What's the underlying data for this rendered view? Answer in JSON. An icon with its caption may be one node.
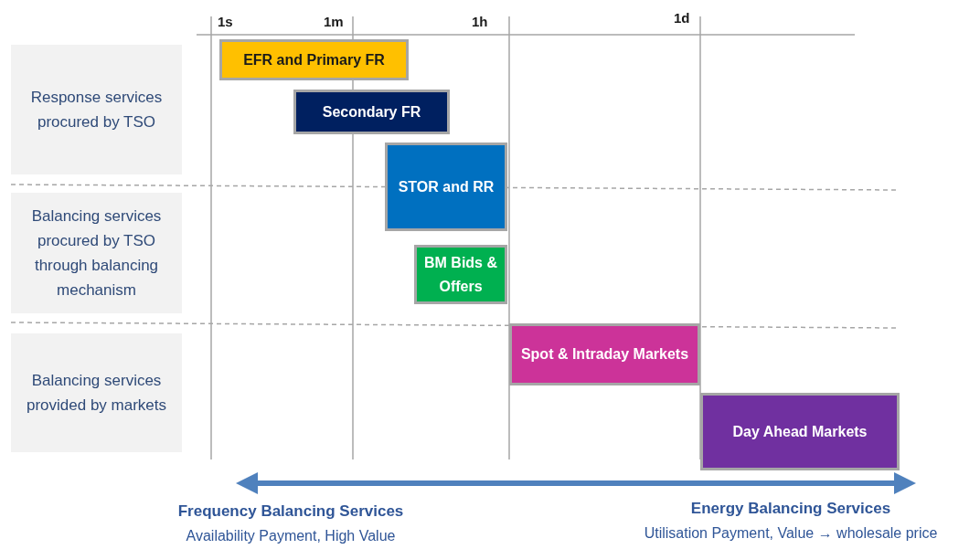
{
  "diagram": {
    "nodes": [
      {
        "text": [
          "Response services procured by TSO"
        ]
      },
      {
        "text": [
          "Balancing services procured by TSO through balancing mechanism"
        ]
      },
      {
        "text": [
          "Balancing services provided by markets"
        ]
      },
      {
        "text": [
          "EFR and Primary FR"
        ]
      },
      {
        "text": [
          "Secondary FR"
        ]
      },
      {
        "text": [
          "STOR and RR"
        ]
      },
      {
        "text": [
          "BM Bids & Offers"
        ]
      },
      {
        "text": [
          "Spot & Intraday Markets"
        ]
      },
      {
        "text": [
          "Day Ahead Markets"
        ]
      }
    ],
    "edges": [],
    "labels": [
      "1s",
      "1m",
      "1h",
      "1d",
      "Frequency Balancing Services",
      "Energy Balancing Services",
      "Availability Payment, High Value",
      "Utilisation Payment, Value → wholesale price"
    ]
  }
}
